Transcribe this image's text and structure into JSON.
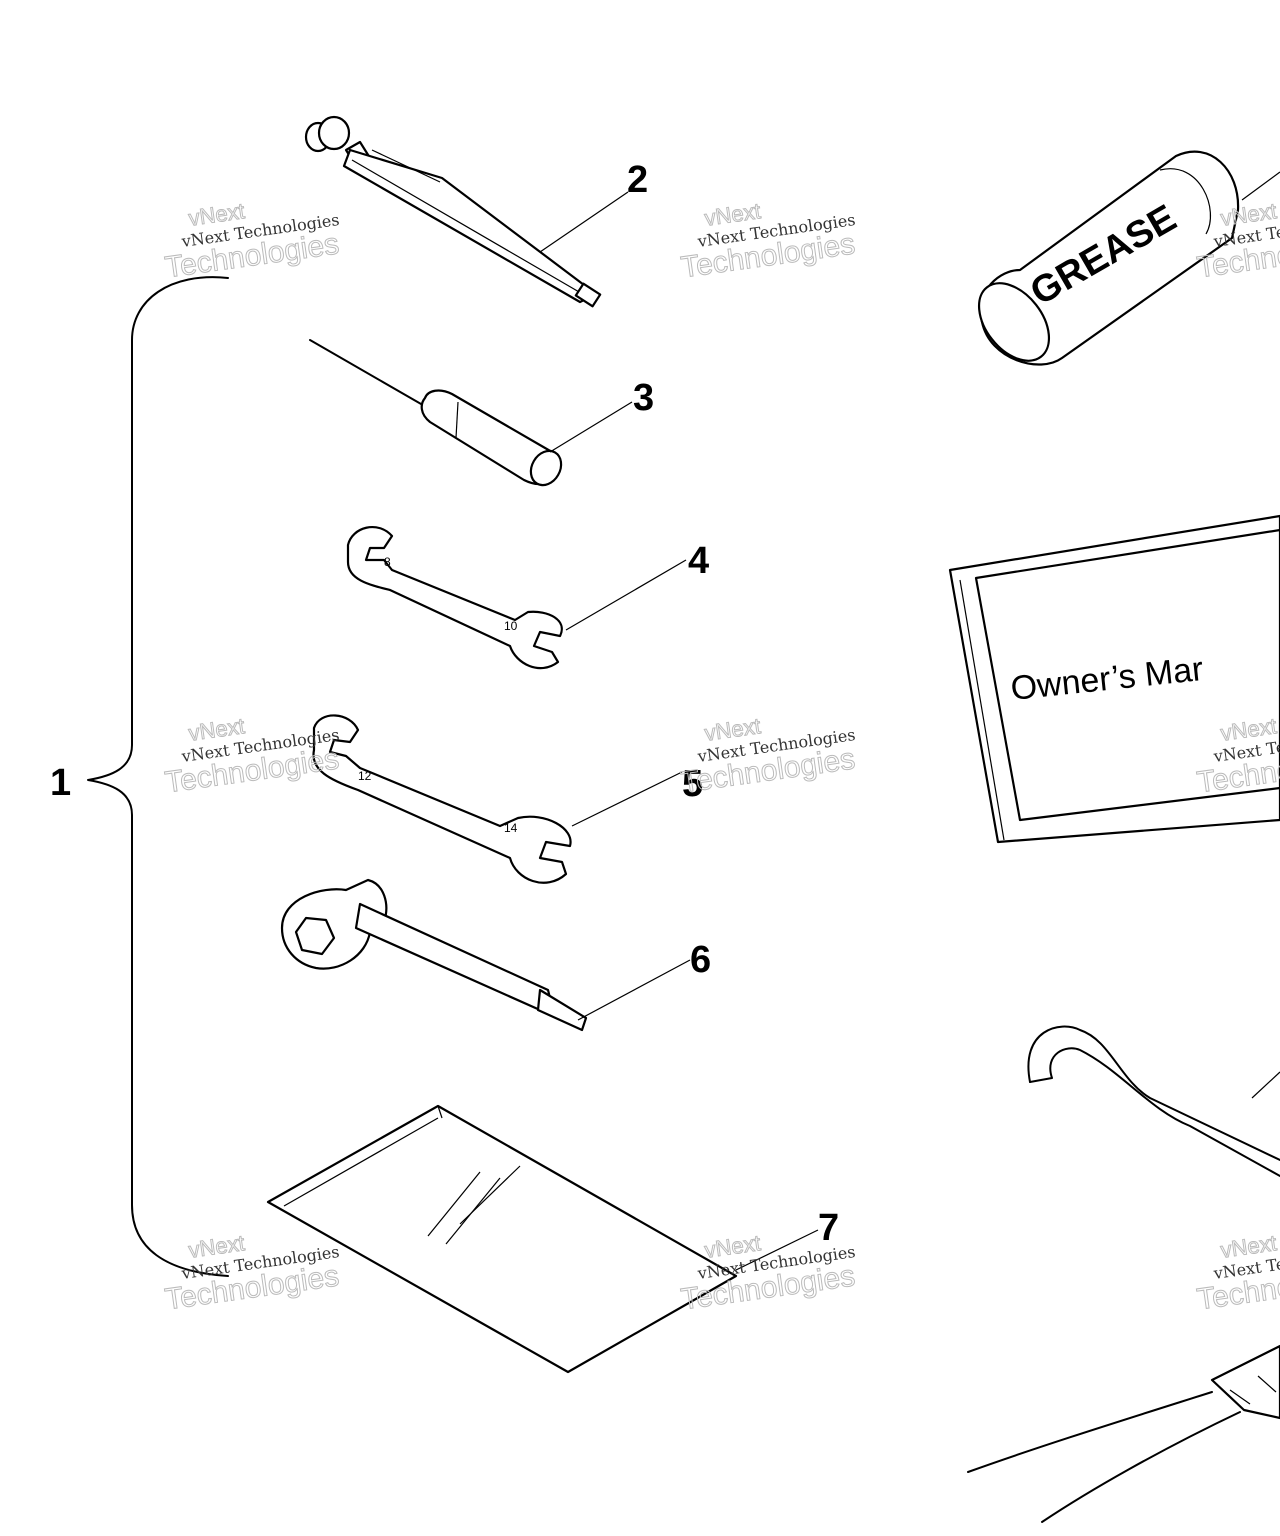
{
  "callouts": {
    "c1": "1",
    "c2": "2",
    "c3": "3",
    "c4": "4",
    "c5": "5",
    "c6": "6",
    "c7": "7"
  },
  "labels": {
    "grease": "GREASE",
    "manual": "Owner’s Mar"
  },
  "wrench_marks": {
    "w4a": "8",
    "w4b": "10",
    "w5a": "12",
    "w5b": "14"
  },
  "watermark": {
    "line1": "vNext Technologies",
    "line2": "Technologies",
    "line3": "vNext"
  }
}
